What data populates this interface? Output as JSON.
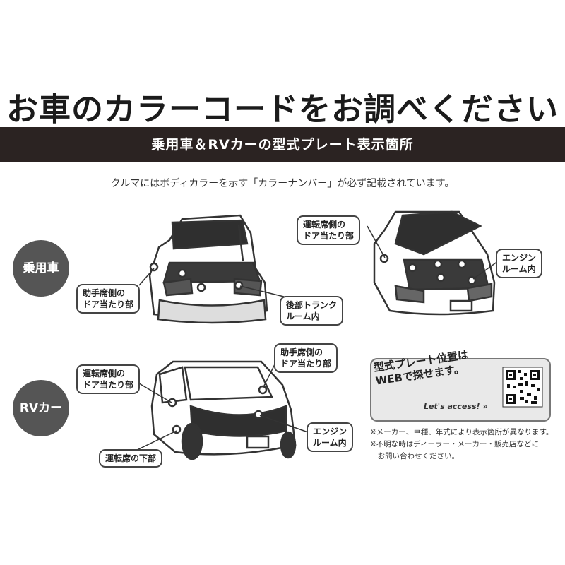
{
  "title": "お車のカラーコードをお調べください",
  "banner": "乗用車＆RVカーの型式プレート表示箇所",
  "intro": "クルマにはボディカラーを示す「カラーナンバー」が必ず記載されています。",
  "sections": {
    "sedan": {
      "badge": "乗用車"
    },
    "rv": {
      "badge": "RVカー"
    }
  },
  "callouts": {
    "sedan_passenger_door": "助手席側の\nドア当たり部",
    "sedan_trunk": "後部トランク\nルーム内",
    "sedan_driver_door": "運転席側の\nドア当たり部",
    "sedan_engine": "エンジン\nルーム内",
    "rv_driver_door": "運転席側の\nドア当たり部",
    "rv_passenger_door": "助手席側の\nドア当たり部",
    "rv_engine": "エンジン\nルーム内",
    "rv_driver_floor": "運転席の下部"
  },
  "web": {
    "text": "型式プレート位置は\nWEBで探せます。",
    "link": "Let's access! »"
  },
  "notes": [
    "※メーカー、車種、年式により表示箇所が異なります。",
    "※不明な時はディーラー・メーカー・販売店などに\n　お問い合わせください。"
  ],
  "colors": {
    "banner": "#2b2322",
    "badge": "#555555",
    "callout_border": "#444444"
  }
}
